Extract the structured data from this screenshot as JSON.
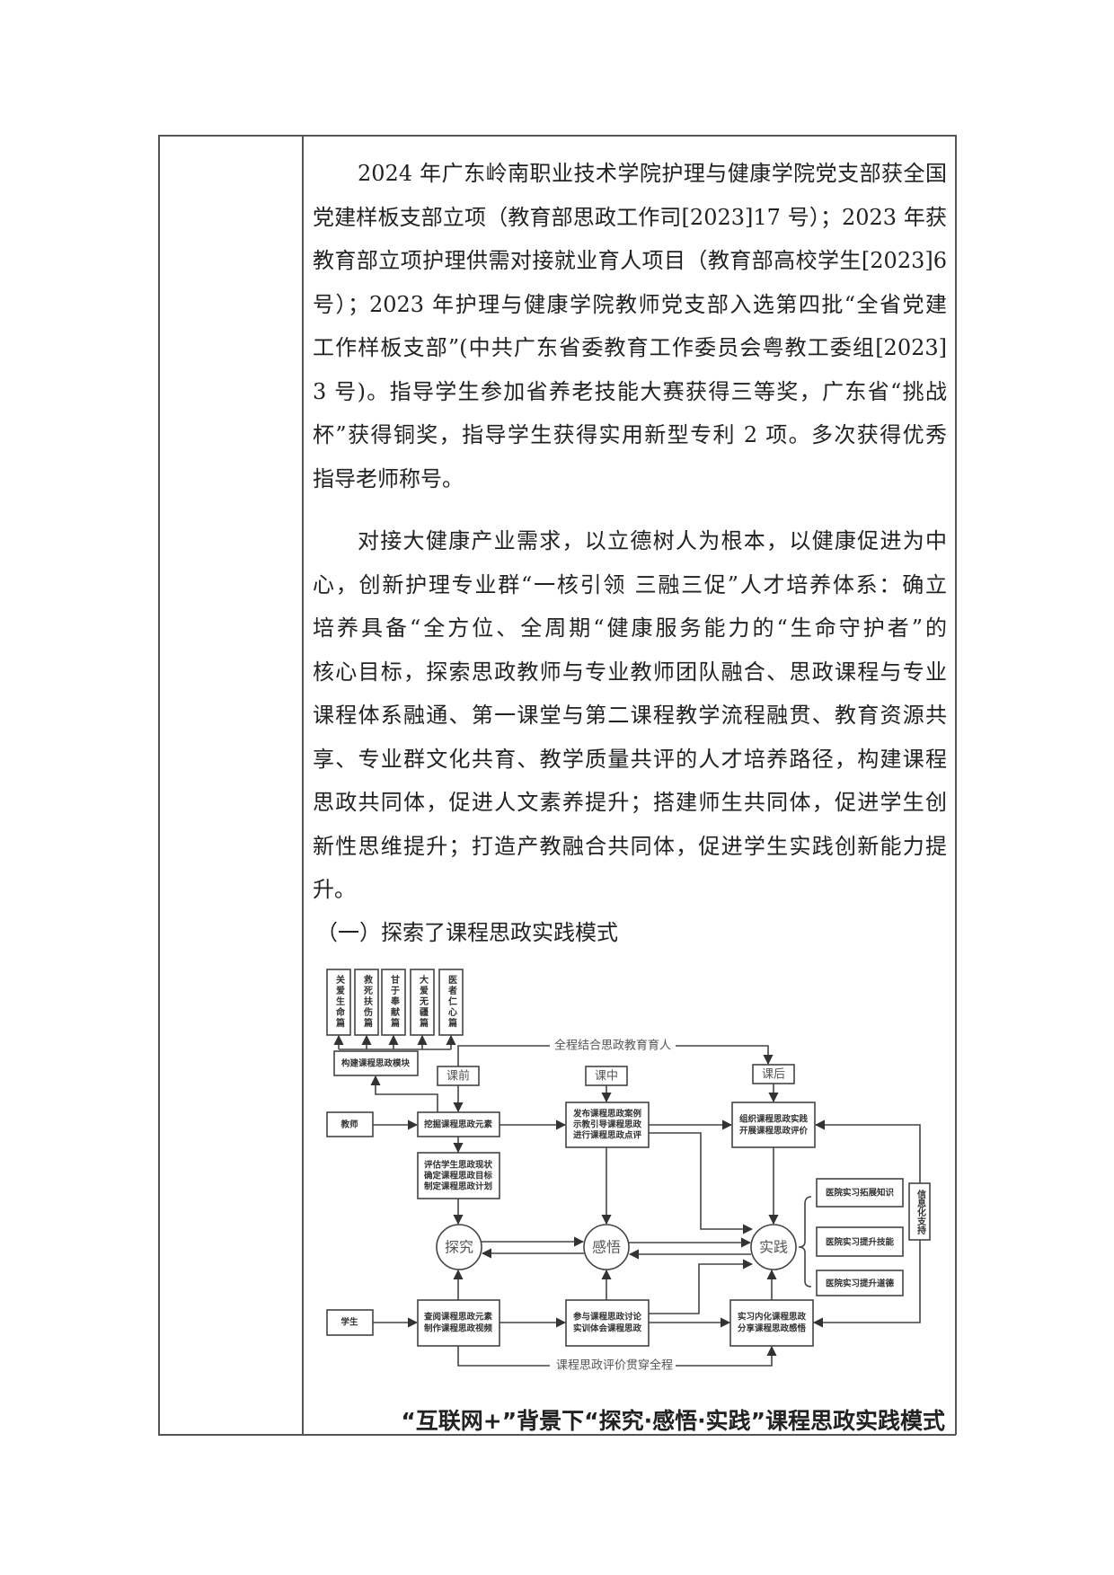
{
  "paragraph1": {
    "lines": [
      "2024 年广东岭南职业技术学院护理与健康学院党支部获全国",
      "党建样板支部立项（教育部思政工作司[2023]17 号）；2023 年获",
      "教育部立项护理供需对接就业育人项目（教育部高校学生[2023]6",
      "号）；2023 年护理与健康学院教师党支部入选第四批“全省党建",
      "工作样板支部”(中共广东省委教育工作委员会粤教工委组[2023]",
      "3 号)。指导学生参加省养老技能大赛获得三等奖，广东省“挑战",
      "杯”获得铜奖，指导学生获得实用新型专利 2 项。多次获得优秀",
      "指导老师称号。"
    ]
  },
  "paragraph2": {
    "lines": [
      "对接大健康产业需求，以立德树人为根本，以健康促进为中",
      "心，创新护理专业群“一核引领 三融三促”人才培养体系：确立",
      "培养具备“全方位、全周期“健康服务能力的“生命守护者”的",
      "核心目标，探索思政教师与专业教师团队融合、思政课程与专业",
      "课程体系融通、第一课堂与第二课程教学流程融贯、教育资源共",
      "享、专业群文化共育、教学质量共评的人才培养路径，构建课程",
      "思政共同体，促进人文素养提升；搭建师生共同体，促进学生创",
      "新性思维提升；打造产教融合共同体，促进学生实践创新能力提",
      "升。"
    ]
  },
  "heading": "（一）探索了课程思政实践模式",
  "diagram": {
    "modules": [
      "关爱生命篇",
      "救死扶伤篇",
      "甘于奉献篇",
      "大爱无疆篇",
      "医者仁心篇"
    ],
    "build_module": "构建课程思政模块",
    "top_flow_label": "全程结合思政教育育人",
    "bottom_flow_label": "课程思政评价贯穿全程",
    "phases": {
      "before": "课前",
      "during": "课中",
      "after": "课后"
    },
    "teacher": "教师",
    "student": "学生",
    "dig_elements": "挖掘课程思政元素",
    "assess": [
      "评估学生思政现状",
      "确定课程思政目标",
      "制定课程思政计划"
    ],
    "publish": [
      "发布课程思政案例",
      "示教引导课程思政",
      "进行课程思政点评"
    ],
    "organize": [
      "组织课程思政实践",
      "开展课程思政评价"
    ],
    "review": [
      "查阅课程思政元素",
      "制作课程思政视频"
    ],
    "participate": [
      "参与课程思政讨论",
      "实训体会课程思政"
    ],
    "internalize": [
      "实习内化课程思政",
      "分享课程思政感悟"
    ],
    "stages": {
      "explore": "探究",
      "realize": "感悟",
      "practice": "实践"
    },
    "hospital": [
      "医院实习拓展知识",
      "医院实习提升技能",
      "医院实习提升道德"
    ],
    "info_support": "信息化支持"
  },
  "caption": "“互联网+”背景下“探究·感悟·实践”课程思政实践模式"
}
